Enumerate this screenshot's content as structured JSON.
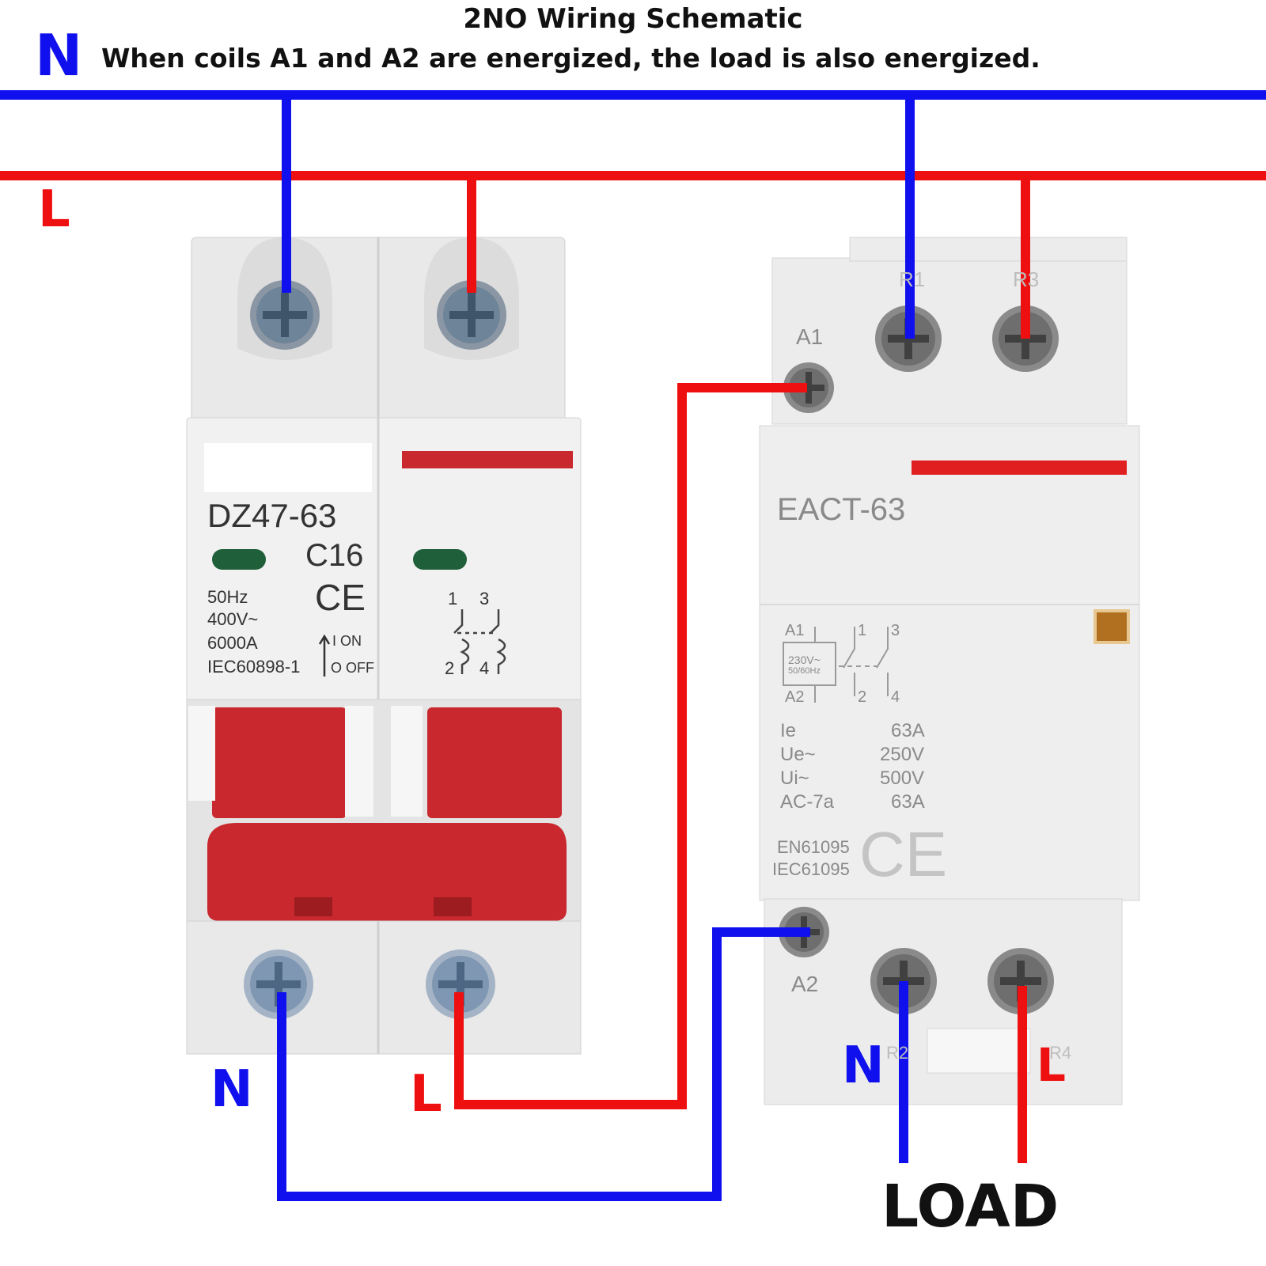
{
  "header": {
    "title": "2NO Wiring Schematic",
    "subtitle": "When coils A1 and A2 are energized, the load is also energized."
  },
  "bus_labels": {
    "neutral": "N",
    "line": "L"
  },
  "breaker": {
    "model": "DZ47-63",
    "rating": "C16",
    "specs": [
      "50Hz",
      "400V~",
      "6000A",
      "IEC60898-1"
    ],
    "ce": "CE",
    "on_label": "I  ON",
    "off_label": "O OFF",
    "symbol_top": [
      "1",
      "3"
    ],
    "symbol_bottom": [
      "2",
      "4"
    ]
  },
  "contactor": {
    "model": "EACT-63",
    "terminal_a1": "A1",
    "terminal_a2": "A2",
    "terminal_r1": "R1",
    "terminal_r3": "R3",
    "terminal_r2": "R2",
    "terminal_r4": "R4",
    "coil": [
      "A1",
      "230V~",
      "50/60Hz",
      "A2"
    ],
    "contacts_top": [
      "1",
      "3"
    ],
    "contacts_bottom": [
      "2",
      "4"
    ],
    "ratings": [
      {
        "name": "Ie",
        "value": "63A"
      },
      {
        "name": "Ue~",
        "value": "250V"
      },
      {
        "name": "Ui~",
        "value": "500V"
      },
      {
        "name": "AC-7a",
        "value": "63A"
      }
    ],
    "standards": [
      "EN61095",
      "IEC61095"
    ],
    "ce": "CE"
  },
  "outputs": {
    "breaker_n": "N",
    "breaker_l": "L",
    "load_n": "N",
    "load_l": "L",
    "load": "LOAD"
  },
  "colors": {
    "neutral": "#1010ee",
    "line": "#ee1010",
    "device_body": "#ececec",
    "handle": "#c8282e"
  }
}
